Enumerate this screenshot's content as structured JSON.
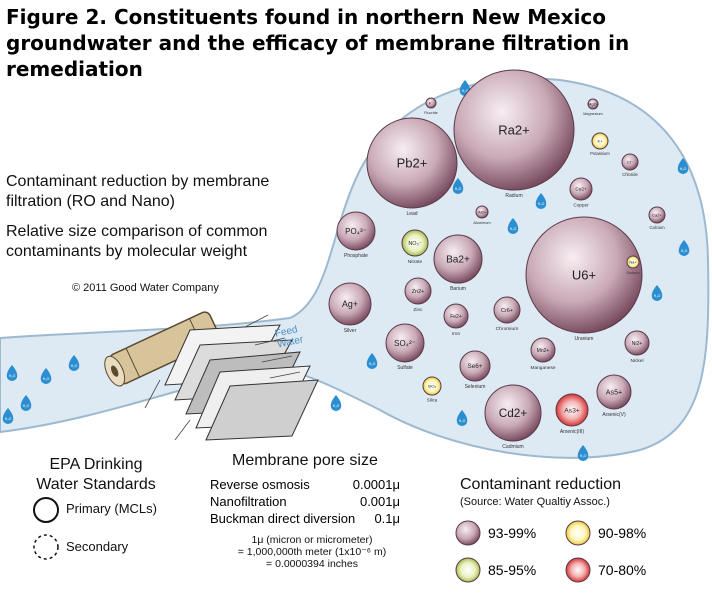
{
  "title": {
    "line1": "Figure 2. Constituents found in northern New Mexico",
    "line2": "groundwater and the efficacy of membrane filtration in",
    "line3": "remediation"
  },
  "intro": {
    "line1": "Contaminant reduction by membrane",
    "line2": "filtration (RO and Nano)",
    "line3": "Relative size comparison of common",
    "line4": "contaminants by molecular weight"
  },
  "copyright": "© 2011 Good Water Company",
  "feed_water": {
    "line1": "Feed",
    "line2": "Water"
  },
  "epa": {
    "title_line1": "EPA Drinking",
    "title_line2": "Water Standards",
    "primary": "Primary (MCLs)",
    "secondary": "Secondary"
  },
  "membrane_pore": {
    "title": "Membrane pore size",
    "rows": [
      {
        "label": "Reverse osmosis",
        "value": "0.0001μ"
      },
      {
        "label": "Nanofiltration",
        "value": "0.001μ"
      },
      {
        "label": "Buckman direct diversion",
        "value": "0.1μ"
      }
    ],
    "note_line1": "1μ (micron or micrometer)",
    "note_line2": "= 1,000,000th meter (1x10⁻⁶ m)",
    "note_line3": "= 0.0000394 inches"
  },
  "reduction_legend": {
    "title": "Contaminant reduction",
    "source": "(Source: Water Qualtiy Assoc.)",
    "items": [
      {
        "label": "93-99%",
        "color": "#8a5a6e"
      },
      {
        "label": "90-98%",
        "color": "#e8d23a"
      },
      {
        "label": "85-95%",
        "color": "#a9c23a"
      },
      {
        "label": "70-80%",
        "color": "#e0242a"
      }
    ]
  },
  "contaminants": [
    {
      "symbol": "Pb2+",
      "name": "Lead",
      "r": 45,
      "color": "#8a5a6e"
    },
    {
      "symbol": "Ra2+",
      "name": "Radium",
      "r": 60,
      "color": "#8a5a6e"
    },
    {
      "symbol": "U6+",
      "name": "Uranium",
      "r": 58,
      "color": "#8a5a6e"
    },
    {
      "symbol": "Ba2+",
      "name": "Barium",
      "r": 24,
      "color": "#8a5a6e"
    },
    {
      "symbol": "Ag+",
      "name": "Silver",
      "r": 21,
      "color": "#8a5a6e"
    },
    {
      "symbol": "PO₄³⁻",
      "name": "Phosphate",
      "r": 19,
      "color": "#8a5a6e"
    },
    {
      "symbol": "SO₄²⁻",
      "name": "Sulfate",
      "r": 19,
      "color": "#8a5a6e"
    },
    {
      "symbol": "NO₃⁻",
      "name": "Nitrate",
      "r": 13,
      "color": "#a9c23a"
    },
    {
      "symbol": "Zn2+",
      "name": "Zinc",
      "r": 13,
      "color": "#8a5a6e"
    },
    {
      "symbol": "Fe2+",
      "name": "Iron",
      "r": 12,
      "color": "#8a5a6e"
    },
    {
      "symbol": "Cr6+",
      "name": "Chromium",
      "r": 13,
      "color": "#8a5a6e"
    },
    {
      "symbol": "Se6+",
      "name": "Selenium",
      "r": 15,
      "color": "#8a5a6e"
    },
    {
      "symbol": "Mn2+",
      "name": "Manganese",
      "r": 12,
      "color": "#8a5a6e"
    },
    {
      "symbol": "Cd2+",
      "name": "Cadmium",
      "r": 28,
      "color": "#8a5a6e"
    },
    {
      "symbol": "As3+",
      "name": "Arsenic(III)",
      "r": 16,
      "color": "#e0242a"
    },
    {
      "symbol": "As5+",
      "name": "Arsenic(V)",
      "r": 17,
      "color": "#8a5a6e"
    },
    {
      "symbol": "Ni2+",
      "name": "Nickel",
      "r": 12,
      "color": "#8a5a6e"
    },
    {
      "symbol": "SiO₂",
      "name": "Silica",
      "r": 9,
      "color": "#e8d23a"
    },
    {
      "symbol": "Cu2+",
      "name": "Copper",
      "r": 11,
      "color": "#8a5a6e"
    },
    {
      "symbol": "Ca2+",
      "name": "Calcium",
      "r": 8,
      "color": "#8a5a6e"
    },
    {
      "symbol": "Cl⁻",
      "name": "Chloride",
      "r": 8,
      "color": "#8a5a6e"
    },
    {
      "symbol": "K+",
      "name": "Potassium",
      "r": 8,
      "color": "#e8d23a"
    },
    {
      "symbol": "Na+",
      "name": "Sodium",
      "r": 6,
      "color": "#e8d23a"
    },
    {
      "symbol": "Al3+",
      "name": "Aluminum",
      "r": 6,
      "color": "#8a5a6e"
    },
    {
      "symbol": "Mg2+",
      "name": "Magnesium",
      "r": 5,
      "color": "#8a5a6e"
    },
    {
      "symbol": "F⁻",
      "name": "Fluoride",
      "r": 5,
      "color": "#8a5a6e"
    }
  ],
  "water_drop_label": "H₂O",
  "colors": {
    "bubble_fill": "#dbe8f2",
    "bubble_stroke": "#8fb0c8",
    "drop_blue": "#2a8ed0"
  }
}
